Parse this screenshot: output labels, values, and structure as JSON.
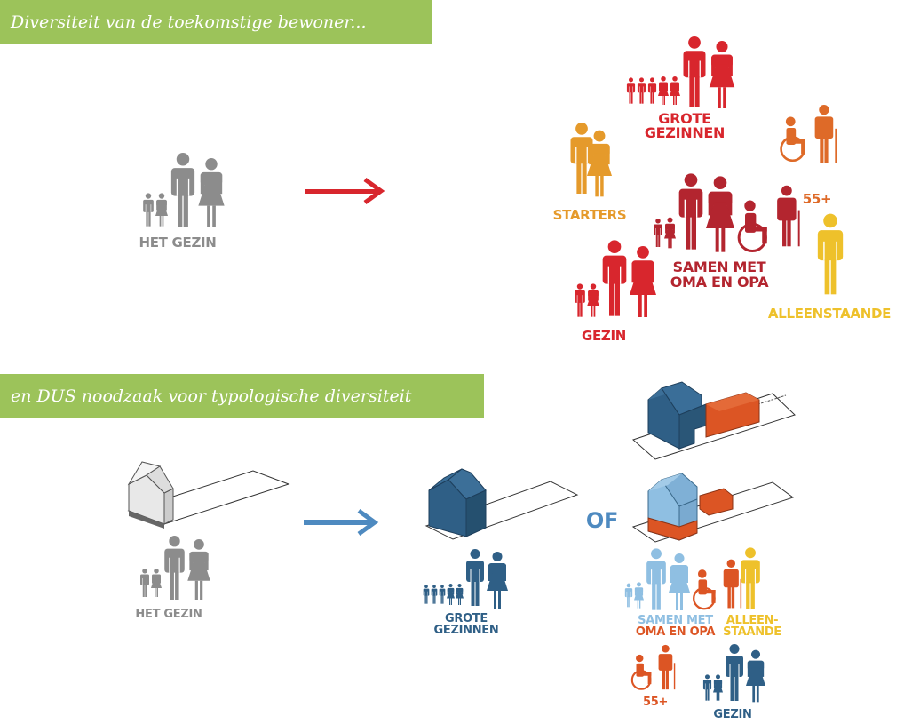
{
  "banners": {
    "top": "Diversiteit van de toekomstige bewoner...",
    "bottom": "en DUS noodzaak voor typologische diversiteit"
  },
  "top_section": {
    "current": {
      "label": "HET GEZIN"
    },
    "future": {
      "grote_gezinnen": "GROTE GEZINNEN",
      "starters": "STARTERS",
      "plus55": "55+",
      "samen_line1": "SAMEN MET",
      "samen_line2": "OMA EN OPA",
      "alleenstaande": "ALLEENSTAANDE",
      "gezin": "GEZIN"
    }
  },
  "bottom_section": {
    "current": {
      "label": "HET GEZIN"
    },
    "middle": {
      "label": "GROTE GEZINNEN"
    },
    "or_label": "OF",
    "options": {
      "samen_line1": "SAMEN MET",
      "samen_line2": "OMA EN OPA",
      "alleen_line1": "ALLEEN-",
      "alleen_line2": "STAANDE",
      "plus55": "55+",
      "gezin": "GEZIN"
    }
  },
  "colors": {
    "banner": "#9cc35a",
    "gray": "#8c8c8c",
    "red": "#d8262d",
    "dark_red": "#b3252f",
    "amber": "#e59a2b",
    "orange": "#de6a28",
    "yellow": "#eec12b",
    "dark_blue": "#2f5f86",
    "light_blue": "#8fbfe2",
    "red_orange": "#dc5524"
  }
}
